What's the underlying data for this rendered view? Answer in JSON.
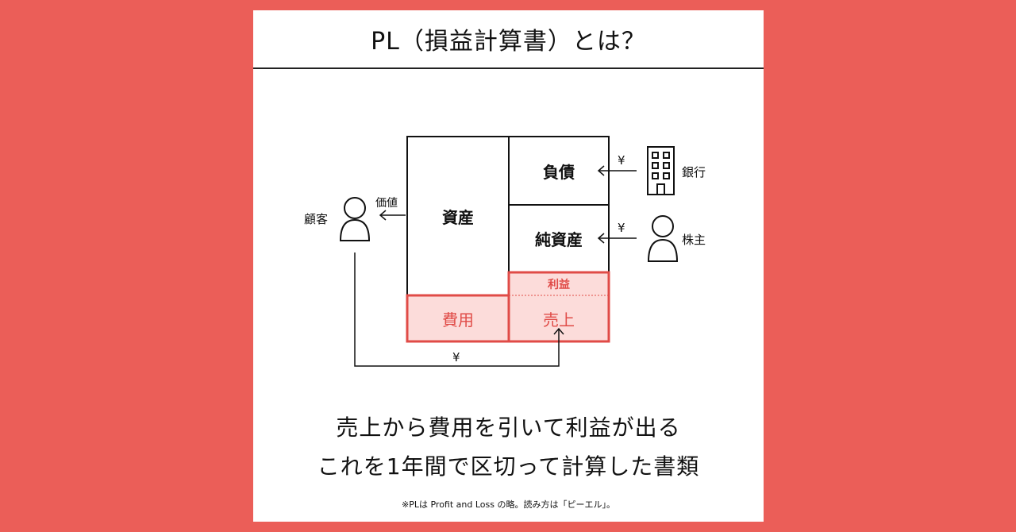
{
  "title": "PL（損益計算書）とは？",
  "diagram": {
    "assets": "資産",
    "liabilities": "負債",
    "net_assets": "純資産",
    "profit": "利益",
    "expenses": "費用",
    "sales": "売上",
    "customer": "顧客",
    "value": "価値",
    "bank": "銀行",
    "shareholder": "株主",
    "yen_bank": "¥",
    "yen_shareholder": "¥",
    "yen_bottom": "¥",
    "highlight_color": "#E04B47",
    "highlight_fill": "#FCDCDA"
  },
  "caption": {
    "line1": "売上から費用を引いて利益が出る",
    "line2": "これを1年間で区切って計算した書類"
  },
  "footnote": "※PLは Profit and Loss の略。読み方は「ピーエル」。"
}
